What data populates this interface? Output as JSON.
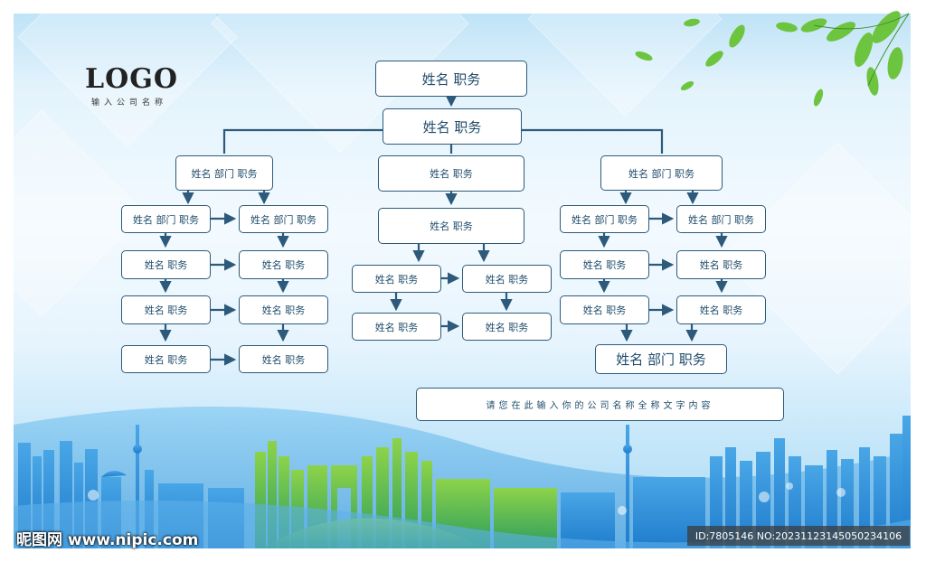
{
  "logo": {
    "title": "LOGO",
    "subtitle": "输入公司名称"
  },
  "nodes": {
    "top": "姓名  职务",
    "second": "姓名  职务",
    "left_head": "姓名 部门 职务",
    "mid_head": "姓名 职务",
    "right_head": "姓名 部门 职务",
    "left_r1a": "姓名 部门 职务",
    "left_r1b": "姓名 部门 职务",
    "left_r2a": "姓名 职务",
    "left_r2b": "姓名 职务",
    "left_r3a": "姓名 职务",
    "left_r3b": "姓名 职务",
    "left_r4a": "姓名 职务",
    "left_r4b": "姓名 职务",
    "mid_2": "姓名 职务",
    "mid_r1a": "姓名 职务",
    "mid_r1b": "姓名 职务",
    "mid_r2a": "姓名 职务",
    "mid_r2b": "姓名 职务",
    "right_r1a": "姓名 部门 职务",
    "right_r1b": "姓名 部门 职务",
    "right_r2a": "姓名 职务",
    "right_r2b": "姓名 职务",
    "right_r3a": "姓名 职务",
    "right_r3b": "姓名 职务",
    "right_bottom": "姓名 部门 职务"
  },
  "footer": {
    "company_text": "请您在此输入你的公司名称全称文字内容"
  },
  "watermark": {
    "left": "昵图网 www.nipic.com",
    "right": "ID:7805146 NO:20231123145050234106"
  },
  "colors": {
    "line": "#2d5a7a",
    "border": "#2d5a7a",
    "text": "#1f4c6b",
    "leaf_green": "#5cb83a",
    "city_blue": "#2f8fd8",
    "city_green": "#3aa85a"
  }
}
